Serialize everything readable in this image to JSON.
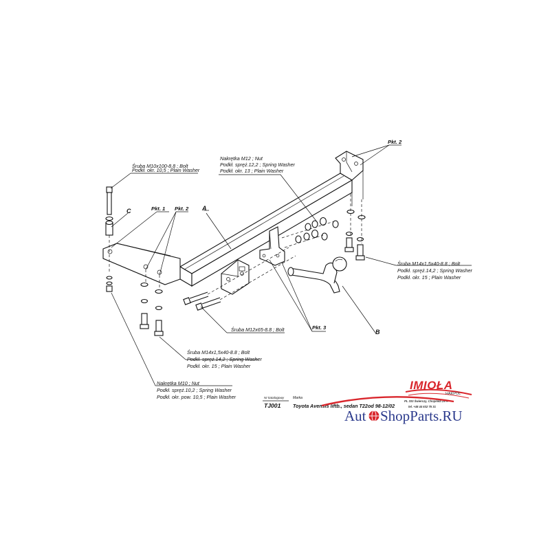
{
  "labels": {
    "bolt_m10": [
      "Śruba M10x100-8.8 ; Bolt",
      "Podkł. okr. 10,5 ; Plain Washer"
    ],
    "nut_m12": [
      "Nakrętka M12 ; Nut",
      "Podkł. spręż.12,2 ; Spring Washer",
      "Podkł. okr. 13 ; Plain Washer"
    ],
    "bolt_m14_right": [
      "Śruba M14x1,5x40-8.8 ; Bolt",
      "Podkł. spręż.14,2 ; Spring Washer",
      "Podkł. okr. 15 ; Plain Washer"
    ],
    "bolt_m12": [
      "Śruba M12x65-8.8 ; Bolt"
    ],
    "bolt_m14_left": [
      "Śruba M14x1,5x40-8.8 ; Bolt",
      "Podkł. spręż.14,2 ; Spring Washer",
      "Podkł. okr. 15 ; Plain Washer"
    ],
    "nut_m10": [
      "Nakrętka M10 ; Nut",
      "Podkł. spręż.10,2 ; Spring Washer",
      "Podkł. okr. pow. 10,5 ; Plain Washer"
    ]
  },
  "pkt": {
    "pkt1": "Pkt. 1",
    "pkt2_left": "Pkt. 2",
    "pkt2_top": "Pkt. 2",
    "pkt3": "Pkt. 3"
  },
  "letters": {
    "a": "A",
    "b": "B",
    "c": "C"
  },
  "title_block": {
    "nr_caption": "Nr katalogowy",
    "marka_caption": "Marka",
    "catalog_number": "TJ001",
    "vehicle": "Toyota Avensis liftb., sedan T22",
    "years": "od 98-12/02"
  },
  "logo": {
    "brand": "IMIOŁA",
    "sub": "HAKPOL",
    "address": "PL 333 Świerczy, Chopinka 29 A",
    "phone": "tel. +48 44 632 75 31"
  },
  "watermark": {
    "before": "Aut",
    "after": "ShopParts.RU",
    "text_color": "#2b3a8c",
    "accent_color": "#d9262c"
  }
}
